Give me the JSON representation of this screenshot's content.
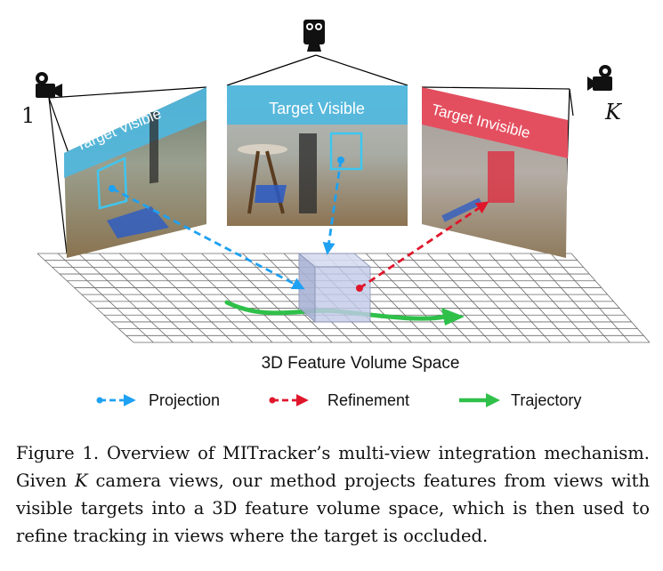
{
  "figure": {
    "views": [
      {
        "label": "Target Visible",
        "state": "visible"
      },
      {
        "label": "Target Visible",
        "state": "visible"
      },
      {
        "label": "Target Invisible",
        "state": "invisible"
      }
    ],
    "camera_labels": {
      "first": "1",
      "last": "K"
    },
    "volume_label": "3D Feature Volume Space",
    "legend": {
      "projection": "Projection",
      "refinement": "Refinement",
      "trajectory": "Trajectory"
    },
    "colors": {
      "projection": "#1ea1f2",
      "refinement": "#e0162b",
      "trajectory": "#2fc04a",
      "visible_banner": "#4fb8e0",
      "invisible_banner": "#e8485a",
      "cube": "#b8c4e6"
    },
    "icons": [
      "camera-icon",
      "camera-icon",
      "camera-icon"
    ]
  },
  "caption": {
    "lead": "Figure 1. Overview of MITracker’s multi-view integration mechanism. Given",
    "variable": "K",
    "rest": "camera views, our method projects features from views with visible targets into a 3D feature volume space, which is then used to refine tracking in views where the target is occluded."
  }
}
